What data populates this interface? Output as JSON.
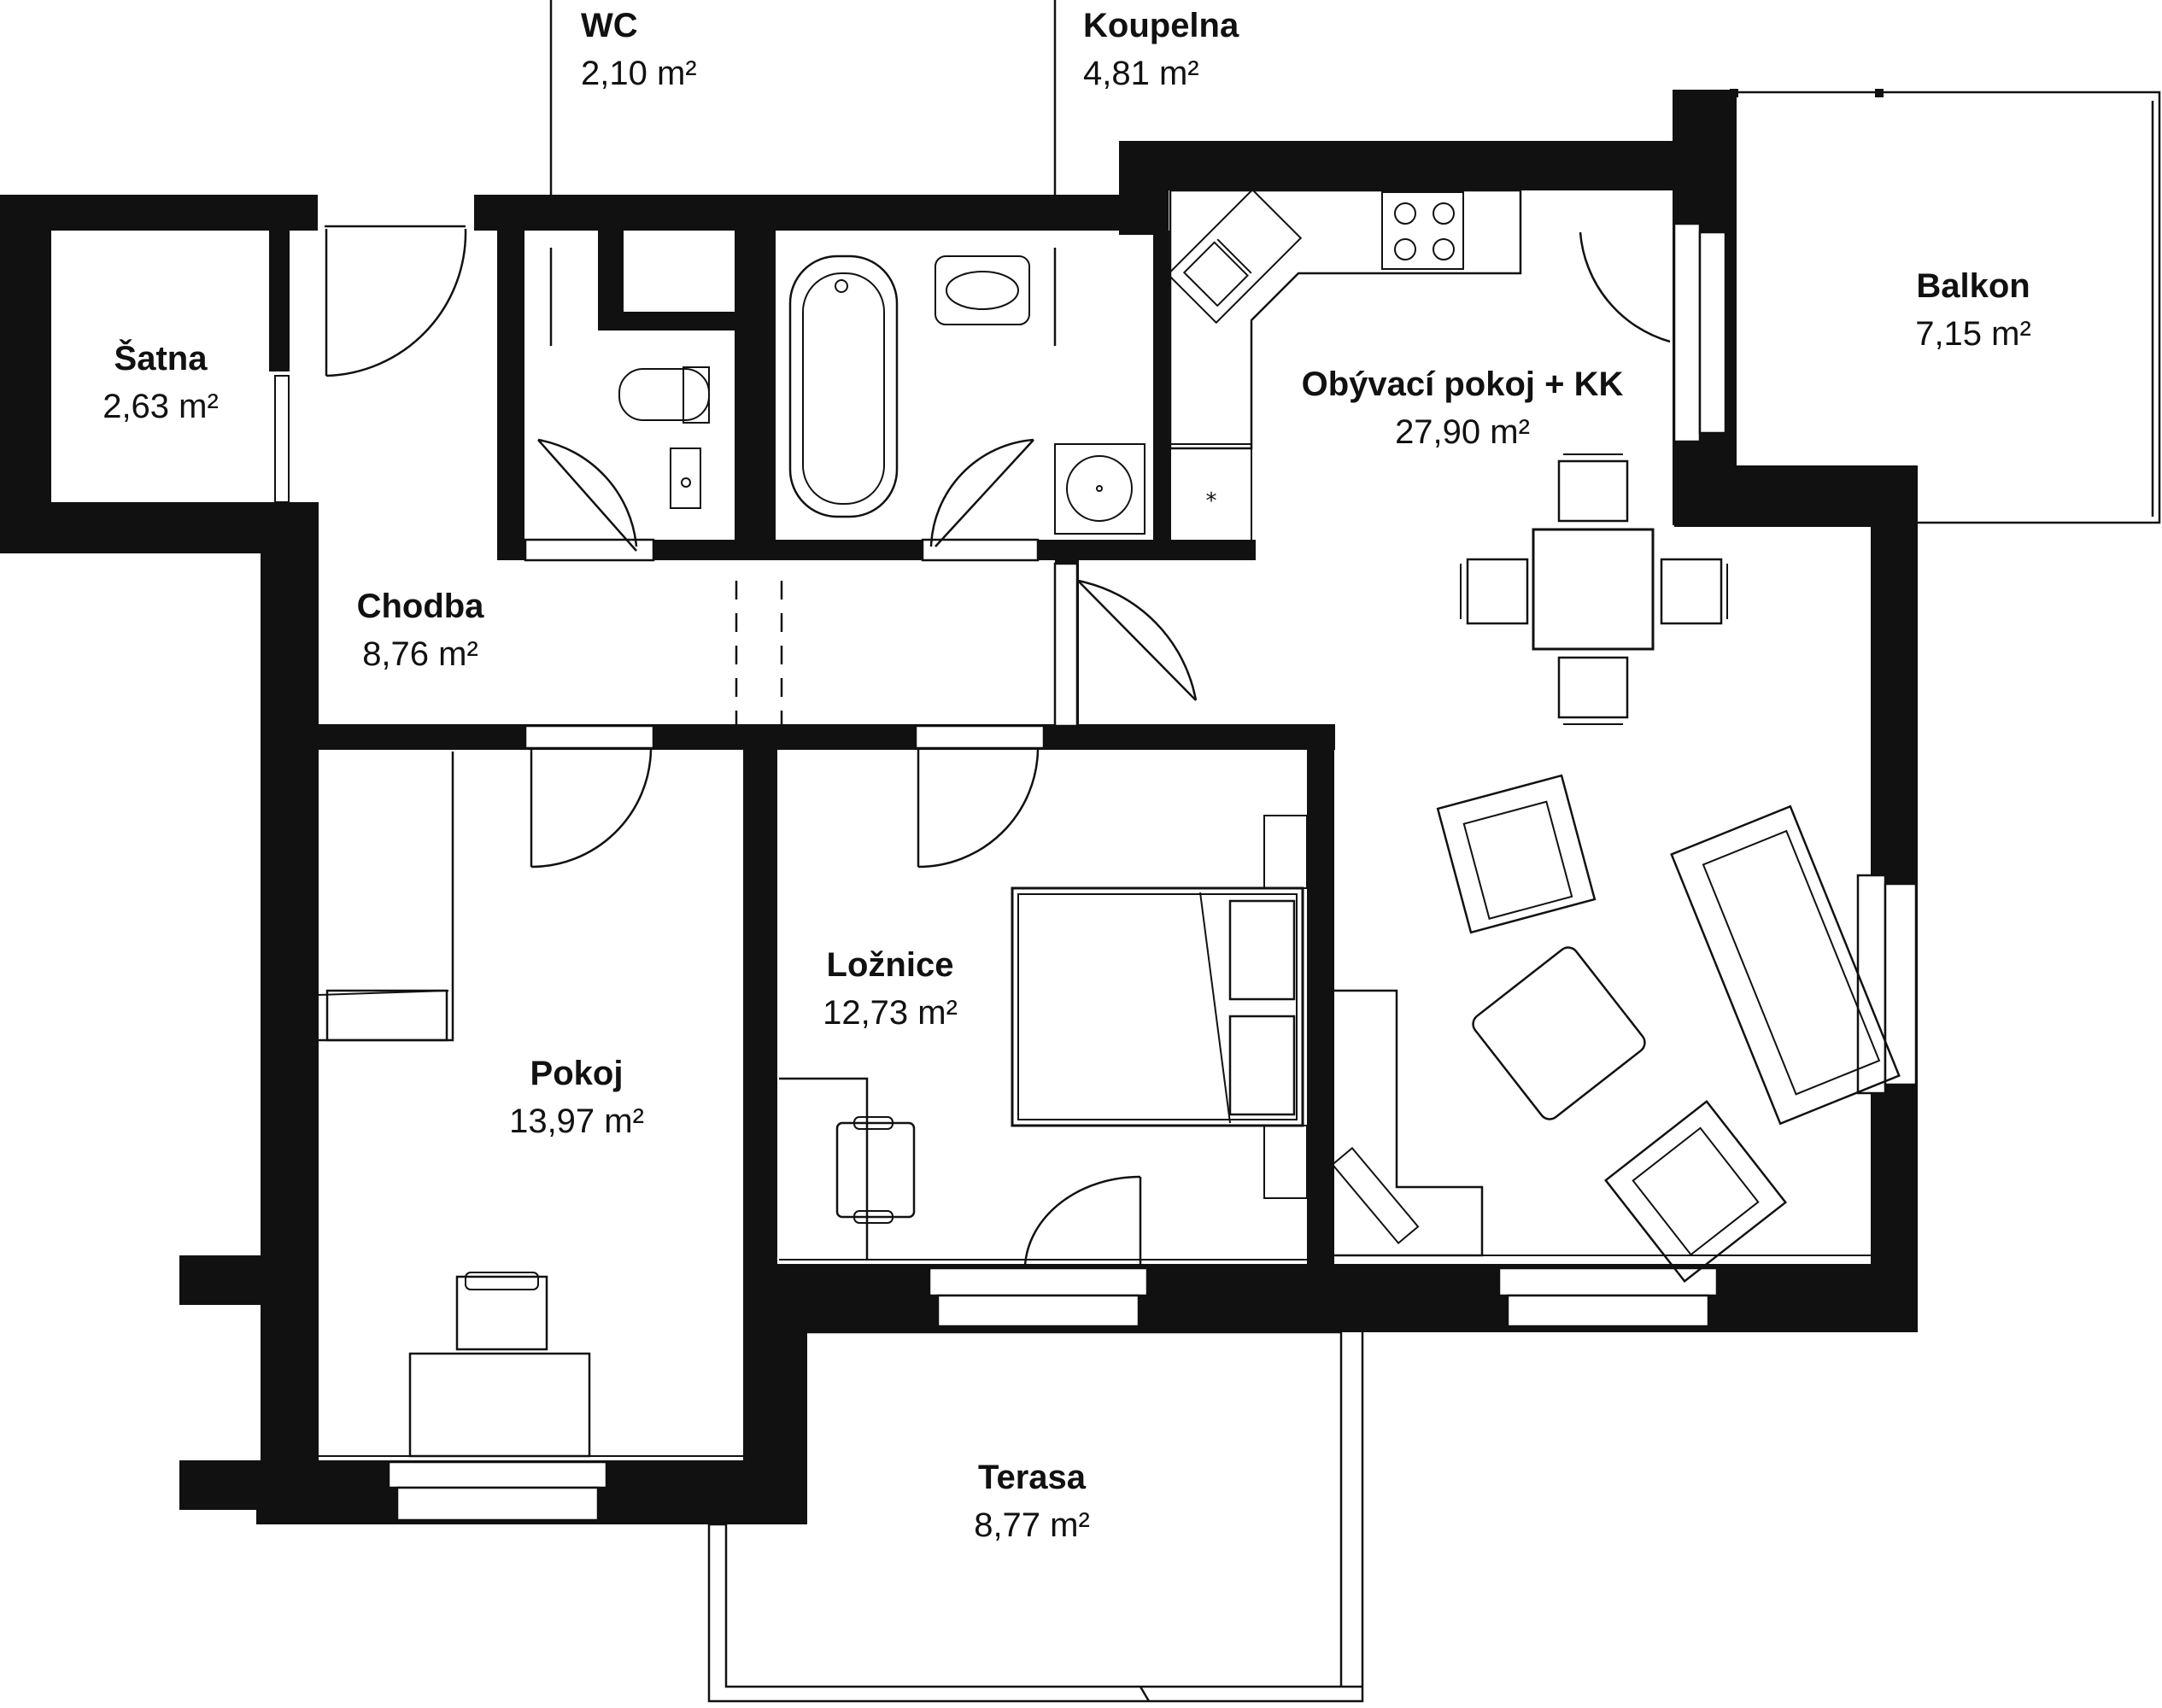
{
  "rooms": [
    {
      "id": "satna",
      "name": "Šatna",
      "area": "2,63 m²"
    },
    {
      "id": "wc",
      "name": "WC",
      "area": "2,10 m²"
    },
    {
      "id": "koupelna",
      "name": "Koupelna",
      "area": "4,81 m²"
    },
    {
      "id": "obyvaci",
      "name": "Obývací pokoj + KK",
      "area": "27,90 m²"
    },
    {
      "id": "balkon",
      "name": "Balkon",
      "area": "7,15 m²"
    },
    {
      "id": "chodba",
      "name": "Chodba",
      "area": "8,76 m²"
    },
    {
      "id": "loznice",
      "name": "Ložnice",
      "area": "12,73 m²"
    },
    {
      "id": "pokoj",
      "name": "Pokoj",
      "area": "13,97 m²"
    },
    {
      "id": "terasa",
      "name": "Terasa",
      "area": "8,77 m²"
    }
  ]
}
